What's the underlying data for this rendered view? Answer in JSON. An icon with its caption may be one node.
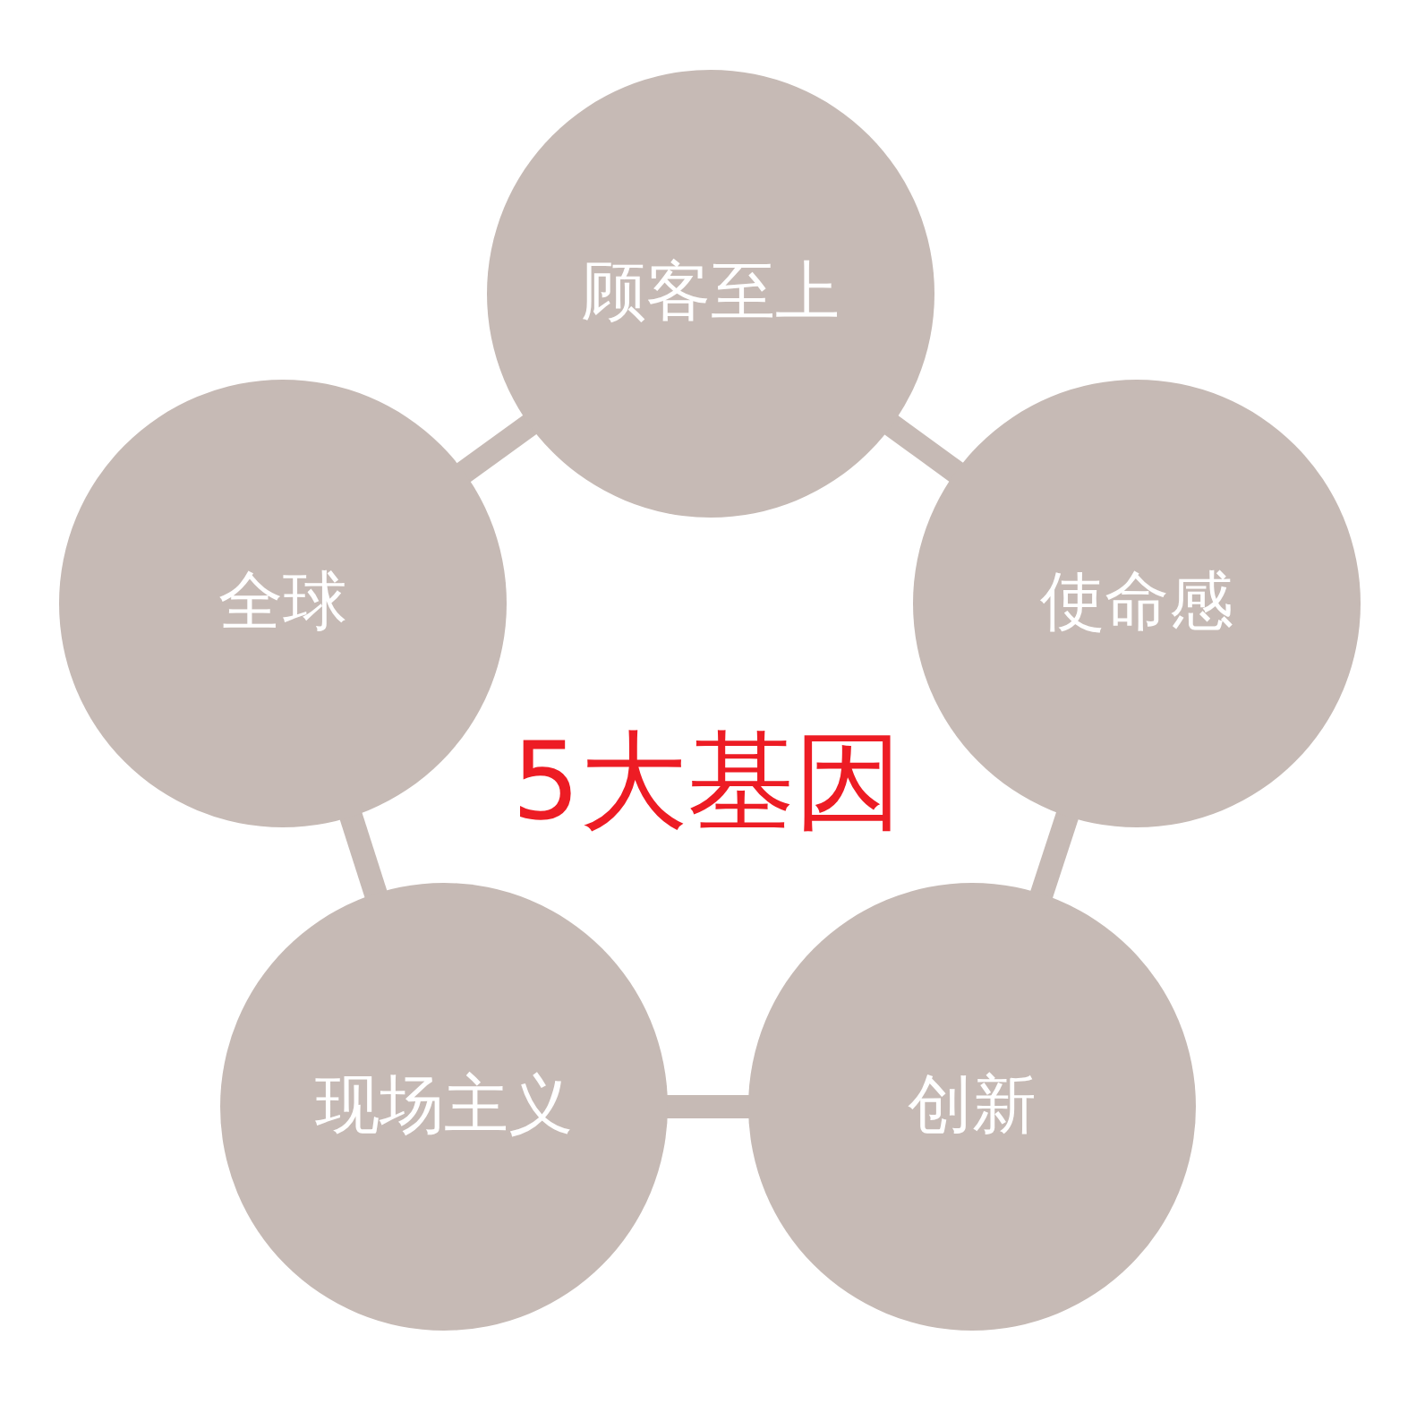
{
  "diagram": {
    "nodes": [
      {
        "text": [
          "顾客至上"
        ]
      },
      {
        "text": [
          "使命感"
        ]
      },
      {
        "text": [
          "创新"
        ]
      },
      {
        "text": [
          "现场主义"
        ]
      },
      {
        "text": [
          "全球"
        ]
      }
    ],
    "edges": [
      {
        "from": 0,
        "to": 1,
        "arrow": "none"
      },
      {
        "from": 1,
        "to": 2,
        "arrow": "none"
      },
      {
        "from": 2,
        "to": 3,
        "arrow": "none"
      },
      {
        "from": 3,
        "to": 4,
        "arrow": "none"
      },
      {
        "from": 4,
        "to": 0,
        "arrow": "none"
      }
    ],
    "labels": [
      "5大基因"
    ]
  }
}
